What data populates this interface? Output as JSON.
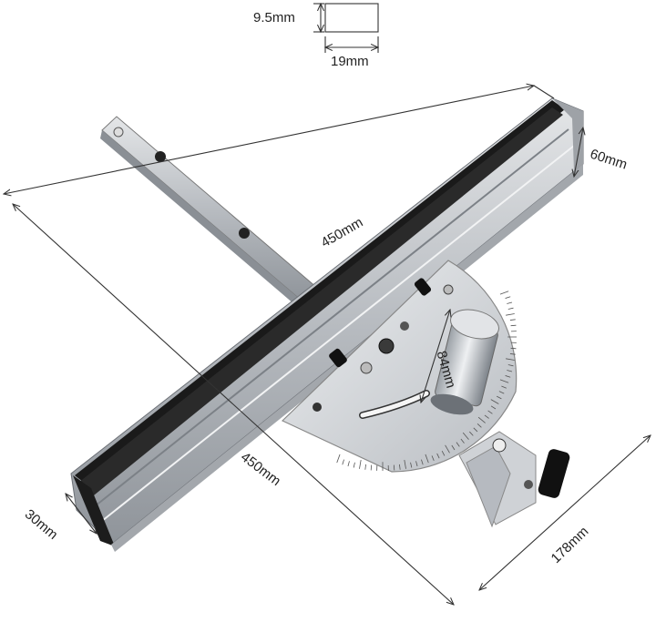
{
  "dimensions": {
    "bar_thickness": "9.5mm",
    "bar_width": "19mm",
    "fence_length_top": "450mm",
    "fence_height": "60mm",
    "fence_length_side": "450mm",
    "fence_depth": "30mm",
    "gauge_depth": "178mm",
    "knob_height": "84mm"
  },
  "colors": {
    "aluminum": "#c9ccd0",
    "aluminum_dark": "#8e9297",
    "fence_face": "#1a1a1a",
    "steel_plate": "#d7d9dc",
    "dimension_line": "#333333",
    "knob_black": "#111111"
  },
  "objects": {
    "miter_bar": "miter-bar",
    "fence": "aluminum-fence",
    "protractor": "protractor-head",
    "handle": "handle-knob",
    "stop": "flip-stop"
  }
}
